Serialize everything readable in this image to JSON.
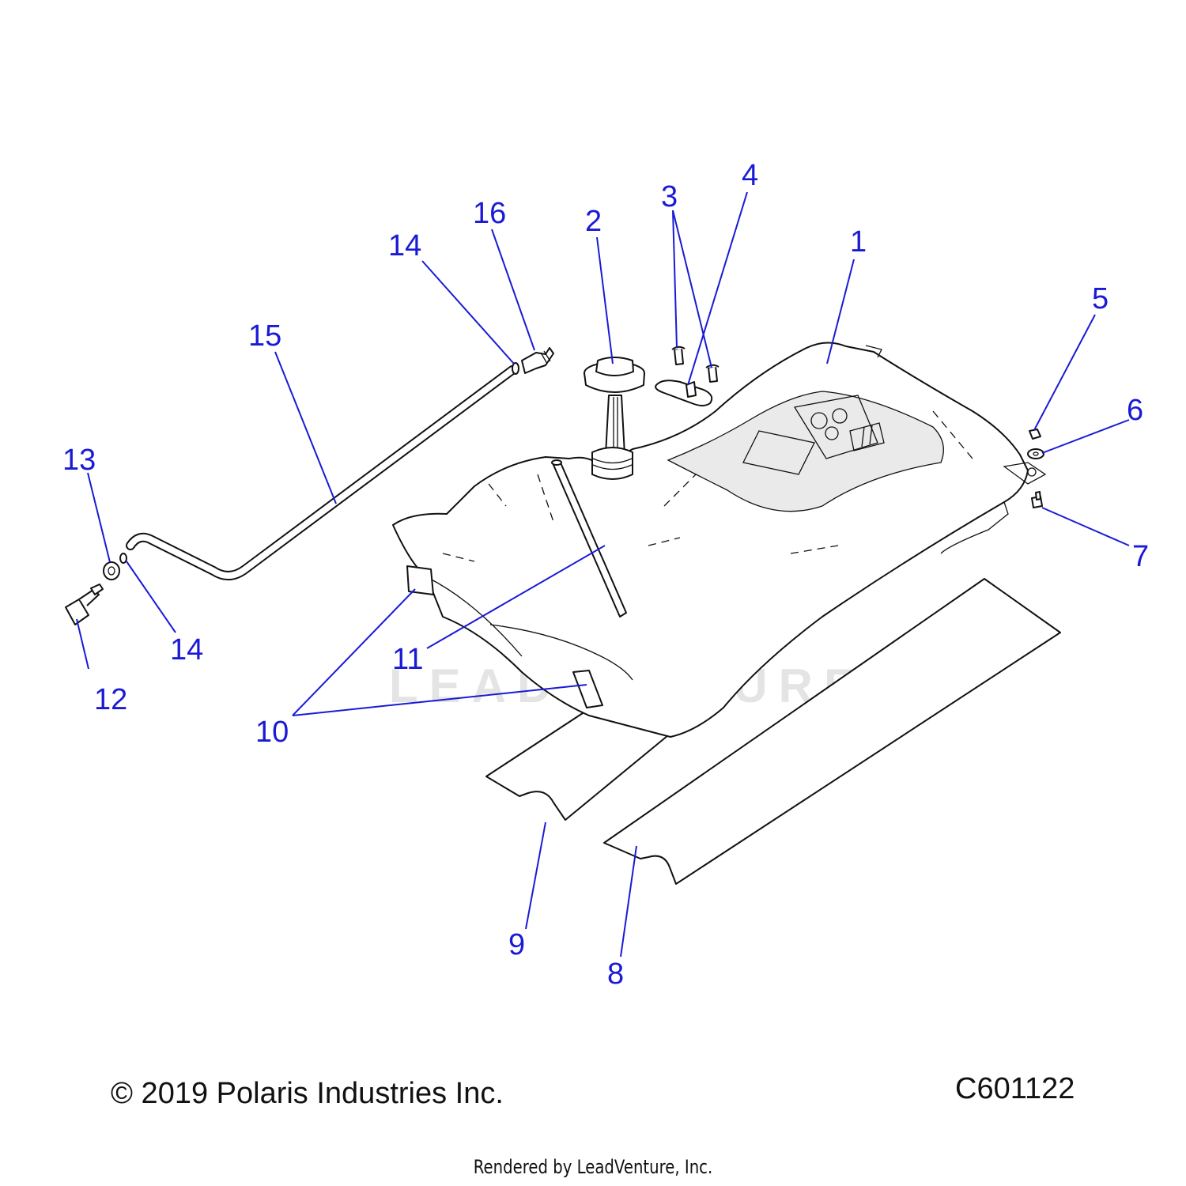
{
  "diagram": {
    "callouts": {
      "c1": "1",
      "c2": "2",
      "c3": "3",
      "c4": "4",
      "c5": "5",
      "c6": "6",
      "c7": "7",
      "c8": "8",
      "c9": "9",
      "c10": "10",
      "c11": "11",
      "c12": "12",
      "c13": "13",
      "c14a": "14",
      "c14b": "14",
      "c15": "15",
      "c16": "16"
    },
    "watermark": "LEADVENTURE"
  },
  "footer": {
    "copyright": "© 2019 Polaris Industries Inc.",
    "diagram_id": "C601122",
    "rendered_by": "Rendered by LeadVenture, Inc."
  },
  "colors": {
    "callout": "#1a1ad6",
    "line": "#111111"
  }
}
